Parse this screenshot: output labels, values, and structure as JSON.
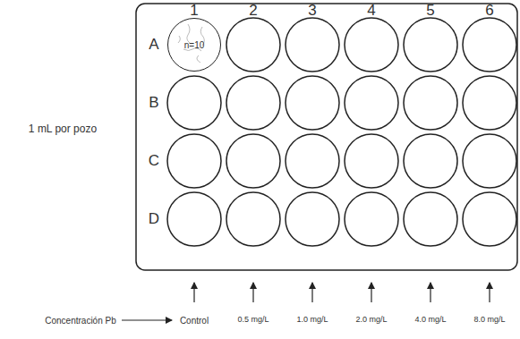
{
  "diagram": {
    "nodes": [
      {
        "text": [
          "n=10"
        ]
      }
    ],
    "labels": [
      "1",
      "2",
      "3",
      "4",
      "5",
      "6",
      "A",
      "B",
      "C",
      "D",
      "1 mL por pozo",
      "Concentración Pb",
      "Control",
      "0.5 mg/L",
      "1.0 mg/L",
      "2.0 mg/L",
      "4.0 mg/L",
      "8.0 mg/L"
    ]
  }
}
